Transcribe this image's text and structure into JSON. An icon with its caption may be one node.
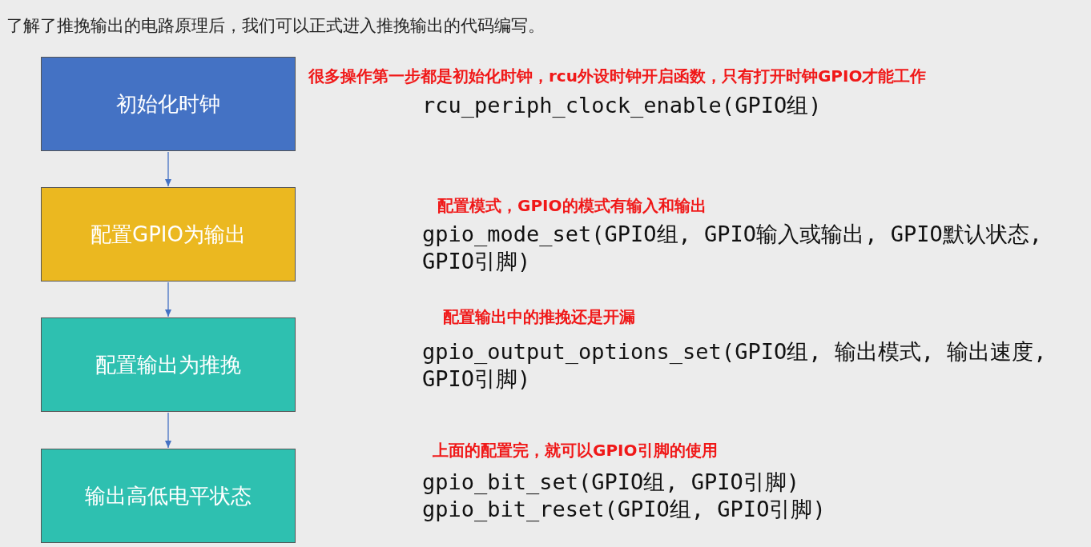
{
  "diagram": {
    "title": "了解了推挽输出的电路原理后，我们可以正式进入推挽输出的代码编写。",
    "nodes": [
      {
        "text": [
          "初始化时钟"
        ]
      },
      {
        "text": [
          "配置GPIO为输出"
        ]
      },
      {
        "text": [
          "配置输出为推挽"
        ]
      },
      {
        "text": [
          "输出高低电平状态"
        ]
      }
    ],
    "edges": [
      {
        "from": 0,
        "to": 1,
        "arrow": "to"
      },
      {
        "from": 1,
        "to": 2,
        "arrow": "to"
      },
      {
        "from": 2,
        "to": 3,
        "arrow": "to"
      }
    ],
    "labels": [
      "很多操作第一步都是初始化时钟，rcu外设时钟开启函数，只有打开时钟GPIO才能工作",
      "rcu_periph_clock_enable(GPIO组)",
      "配置模式，GPIO的模式有输入和输出",
      "gpio_mode_set(GPIO组, GPIO输入或输出, GPIO默认状态, GPIO引脚)",
      "配置输出中的推挽还是开漏",
      "gpio_output_options_set(GPIO组, 输出模式, 输出速度, GPIO引脚)",
      "上面的配置完，就可以GPIO引脚的使用",
      "gpio_bit_set(GPIO组, GPIO引脚)",
      "gpio_bit_reset(GPIO组, GPIO引脚)"
    ]
  }
}
